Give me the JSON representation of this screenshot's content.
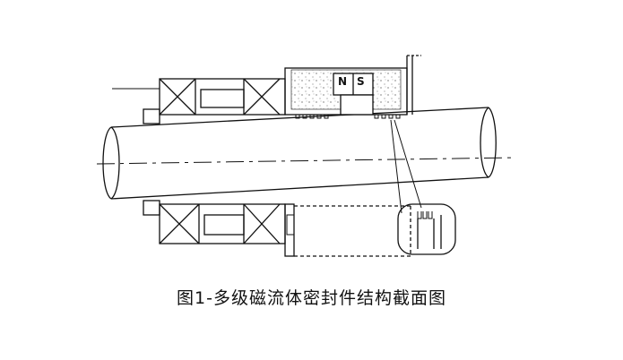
{
  "figure": {
    "caption": "图1-多级磁流体密封件结构截面图",
    "magnet_labels": {
      "north": "N",
      "south": "S"
    }
  }
}
